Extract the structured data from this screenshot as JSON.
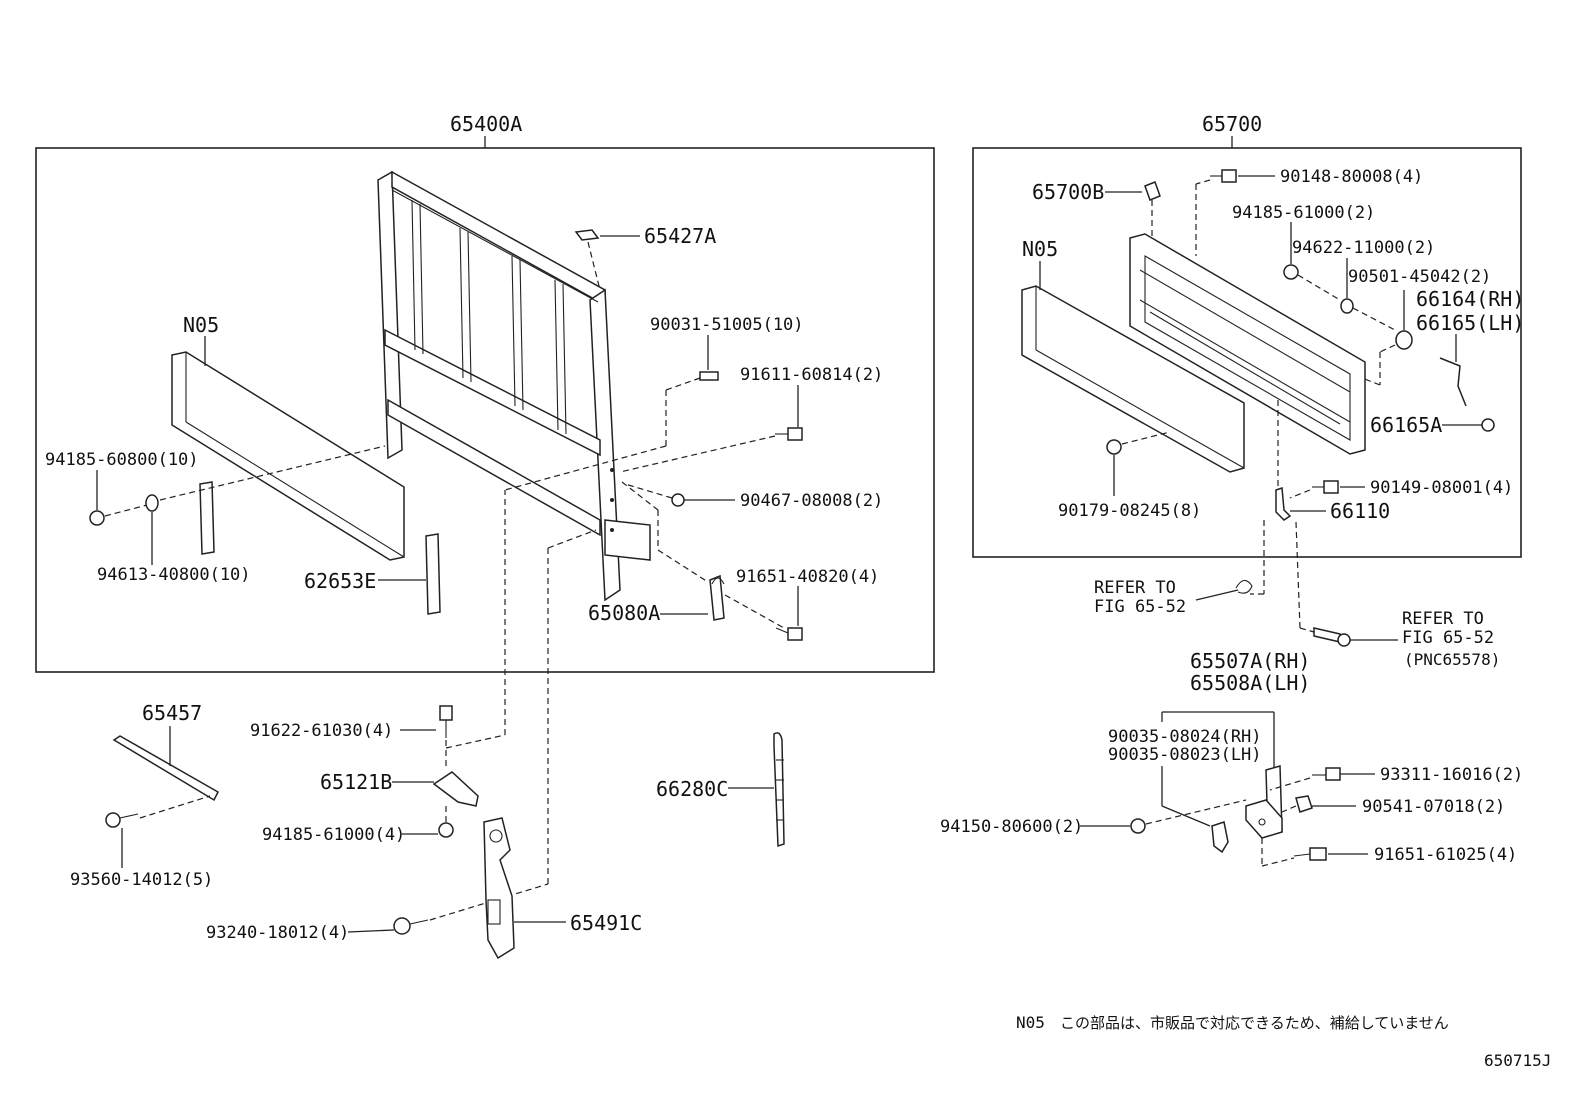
{
  "labels": {
    "assy_left": "65400A",
    "assy_right": "65700",
    "n05_left": "N05",
    "n05_right": "N05",
    "p65427A": "65427A",
    "p90031": "90031-51005(10)",
    "p91611": "91611-60814(2)",
    "p94185_608": "94185-60800(10)",
    "p90467": "90467-08008(2)",
    "p94613": "94613-40800(10)",
    "p62653E": "62653E",
    "p91651_408": "91651-40820(4)",
    "p65080A": "65080A",
    "p65700B": "65700B",
    "p90148": "90148-80008(4)",
    "p94185_610_r": "94185-61000(2)",
    "p94622": "94622-11000(2)",
    "p90501": "90501-45042(2)",
    "p66164": "66164(RH)",
    "p66165": "66165(LH)",
    "p66165A": "66165A",
    "p90179": "90179-08245(8)",
    "p90149": "90149-08001(4)",
    "p66110": "66110",
    "refer1_line1": "REFER TO",
    "refer1_line2": "FIG 65-52",
    "refer2_line1": "REFER TO",
    "refer2_line2": "FIG 65-52",
    "refer2_line3": "(PNC65578)",
    "p65507A": "65507A(RH)",
    "p65508A": "65508A(LH)",
    "p90035_24": "90035-08024(RH)",
    "p90035_23": "90035-08023(LH)",
    "p93311": "93311-16016(2)",
    "p90541": "90541-07018(2)",
    "p94150": "94150-80600(2)",
    "p91651_610": "91651-61025(4)",
    "p65457": "65457",
    "p93560": "93560-14012(5)",
    "p91622": "91622-61030(4)",
    "p65121B": "65121B",
    "p94185_610_b": "94185-61000(4)",
    "p93240": "93240-18012(4)",
    "p65491C": "65491C",
    "p66280C": "66280C",
    "footnote_code": "N05",
    "footnote_text": "この部品は、市販品で対応できるため、補給していません",
    "figure_id": "650715J"
  }
}
